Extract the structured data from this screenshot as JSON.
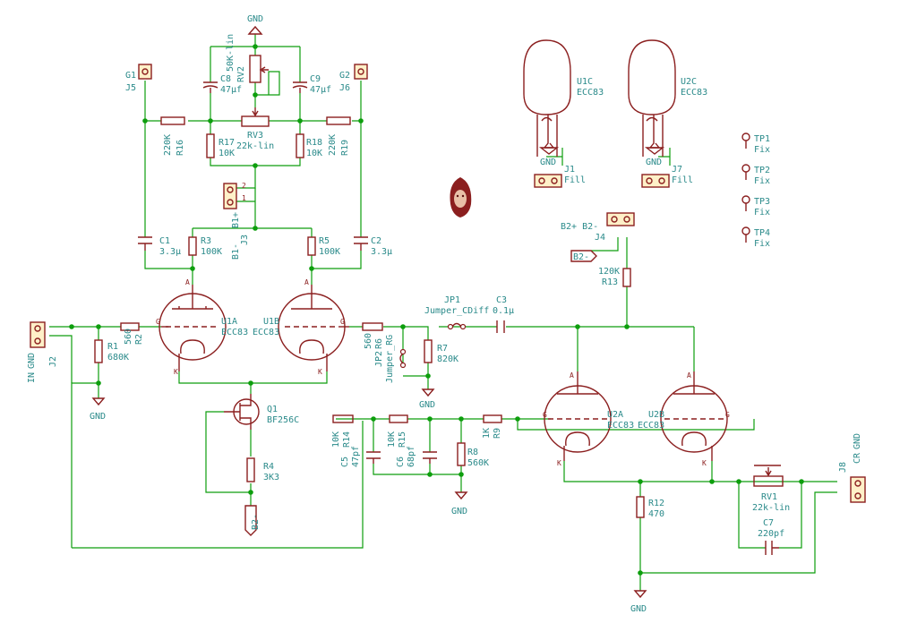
{
  "labels": {
    "gnd_top": "GND",
    "g1": "G1",
    "j5": "J5",
    "g2": "G2",
    "j6": "J6",
    "rv2_v": "50K-lin",
    "rv2": "RV2",
    "c8": "C8",
    "c8v": "47µf",
    "c9": "C9",
    "c9v": "47µf",
    "r16v": "220K",
    "r16": "R16",
    "rv3": "RV3",
    "rv3v": "22k-lin",
    "r17": "R17",
    "r17v": "10K",
    "r18": "R18",
    "r18v": "10K",
    "r19v": "220K",
    "r19": "R19",
    "j3": "J3",
    "b1p": "B1+",
    "b1m": "B1-",
    "c1": "C1",
    "c1v": "3.3µ",
    "r3": "R3",
    "r3v": "100K",
    "r5": "R5",
    "r5v": "100K",
    "c2": "C2",
    "c2v": "3.3µ",
    "u1a": "U1A",
    "u1b": "U1B",
    "ecc1": "ECC83",
    "ecc2": "ECC83",
    "r1": "R1",
    "r1v": "680K",
    "r2": "R2",
    "r2v": "560",
    "j2": "J2",
    "in": "IN",
    "gnd_j2": "GND",
    "gnd1": "GND",
    "q1": "Q1",
    "q1v": "BF256C",
    "r4": "R4",
    "r4v": "3K3",
    "b2m1": "B2-",
    "jp1": "JP1",
    "jp1v": "Jumper_CDiff",
    "c3": "C3",
    "c3v": "0.1µ",
    "r6v": "560",
    "r6": "R6",
    "jp2": "JP2",
    "jp2v": "Jumper_RG",
    "r7": "R7",
    "r7v": "820K",
    "gnd2": "GND",
    "r14v": "10K",
    "r14": "R14",
    "r15v": "10K",
    "r15": "R15",
    "c5": "C5",
    "c5v": "47pf",
    "c6": "C6",
    "c6v": "68pf",
    "r8": "R8",
    "r8v": "560K",
    "r9v": "1K",
    "r9": "R9",
    "gnd3": "GND",
    "u2a": "U2A",
    "u2b": "U2B",
    "ecc3": "ECC83",
    "ecc4": "ECC83",
    "r12": "R12",
    "r12v": "470",
    "gnd4": "GND",
    "rv1": "RV1",
    "rv1v": "22k-lin",
    "c7": "C7",
    "c7v": "220pf",
    "j8": "J8",
    "cr": "CR",
    "gnd_j8": "GND",
    "u1c": "U1C",
    "u1cv": "ECC83",
    "u2c": "U2C",
    "u2cv": "ECC83",
    "j1": "J1",
    "j1v": "Fill",
    "j7": "J7",
    "j7v": "Fill",
    "gnd_u1c": "GND",
    "gnd_u2c": "GND",
    "b2b2": "B2+ B2-",
    "j4": "J4",
    "b2m2": "B2-",
    "r13v": "120K",
    "r13": "R13",
    "tp1": "TP1",
    "tp1v": "Fix",
    "tp2": "TP2",
    "tp2v": "Fix",
    "tp3": "TP3",
    "tp3v": "Fix",
    "tp4": "TP4",
    "tp4v": "Fix",
    "pin_g": "G",
    "pin_k": "K",
    "pin_a": "A"
  }
}
